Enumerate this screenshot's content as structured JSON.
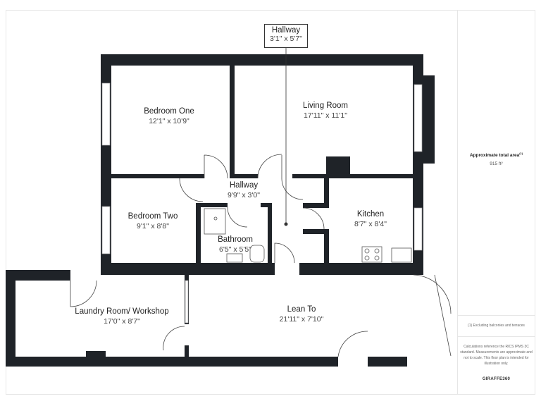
{
  "rooms": [
    {
      "name": "Bedroom One",
      "dims": "12'1\" x 10'9\""
    },
    {
      "name": "Living Room",
      "dims": "17'11\" x 11'1\""
    },
    {
      "name": "Hallway",
      "dims": "9'9\" x 3'0\""
    },
    {
      "name": "Bedroom Two",
      "dims": "9'1\" x 8'8\""
    },
    {
      "name": "Kitchen",
      "dims": "8'7\" x 8'4\""
    },
    {
      "name": "Bathroom",
      "dims": "6'5\" x 5'5\""
    },
    {
      "name": "Laundry Room/ Workshop",
      "dims": "17'0\" x 8'7\""
    },
    {
      "name": "Lean To",
      "dims": "21'11\" x 7'10\""
    }
  ],
  "callout": {
    "name": "Hallway",
    "dims": "3'1\" x 5'7\""
  },
  "side": {
    "area_title": "Approximate total area",
    "area_sup": "(1)",
    "area_value": "915 ft²",
    "footnote": "(1) Excluding balconies and terraces",
    "disclaimer": "Calculations reference the RICS IPMS 3C standard. Measurements are approximate and not to scale. This floor plan is intended for illustration only.",
    "brand": "GIRAFFE360"
  },
  "colors": {
    "wall": "#1f2328",
    "window": "#ffffff",
    "line": "#333333"
  }
}
